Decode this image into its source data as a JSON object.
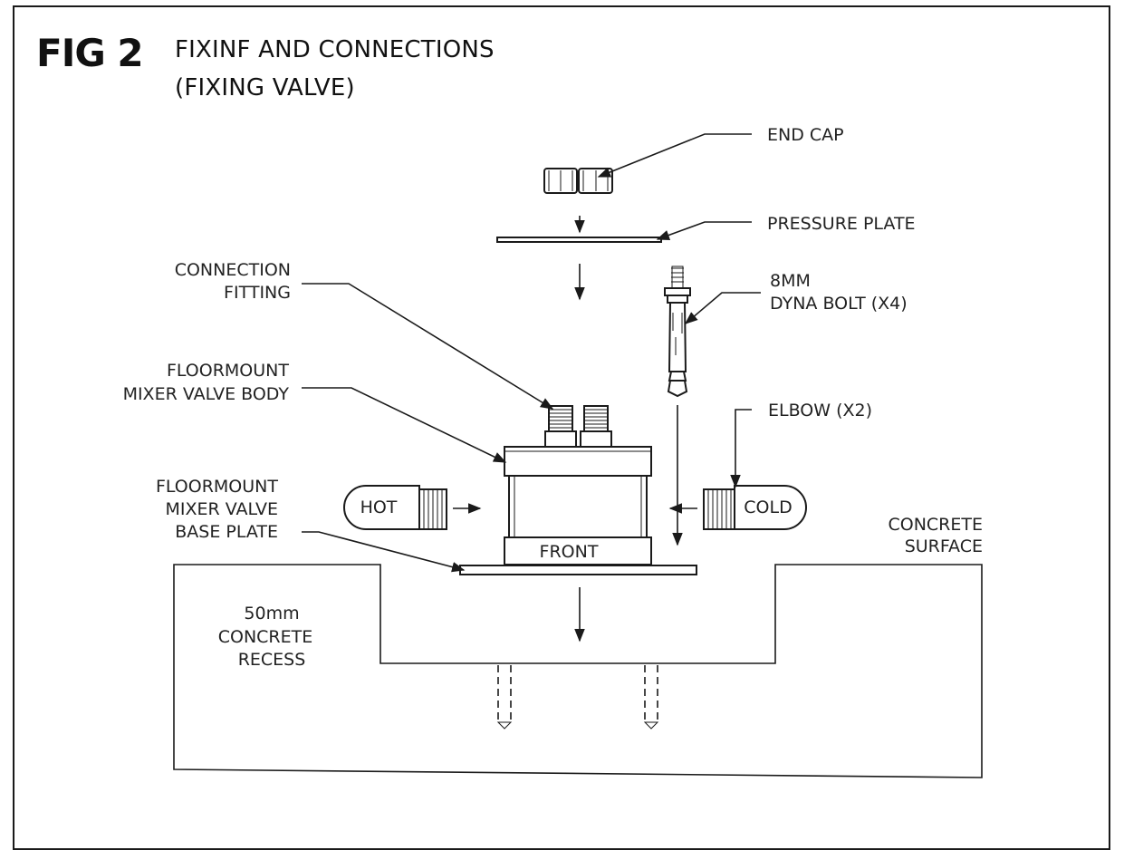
{
  "figure": {
    "number": "FIG 2",
    "title_line1": "FIXINF AND CONNECTIONS",
    "title_line2": "(FIXING VALVE)"
  },
  "labels": {
    "end_cap": "END CAP",
    "pressure_plate": "PRESSURE PLATE",
    "connection_fitting_1": "CONNECTION",
    "connection_fitting_2": "FITTING",
    "dyna_bolt_1": "8MM",
    "dyna_bolt_2": "DYNA BOLT (X4)",
    "valve_body_1": "FLOORMOUNT",
    "valve_body_2": "MIXER VALVE BODY",
    "elbow": "ELBOW (X2)",
    "base_plate_1": "FLOORMOUNT",
    "base_plate_2": "MIXER VALVE",
    "base_plate_3": "BASE PLATE",
    "hot": "HOT",
    "cold": "COLD",
    "front": "FRONT",
    "concrete_surface_1": "CONCRETE",
    "concrete_surface_2": "SURFACE",
    "recess_1": "50mm",
    "recess_2": "CONCRETE",
    "recess_3": "RECESS"
  }
}
